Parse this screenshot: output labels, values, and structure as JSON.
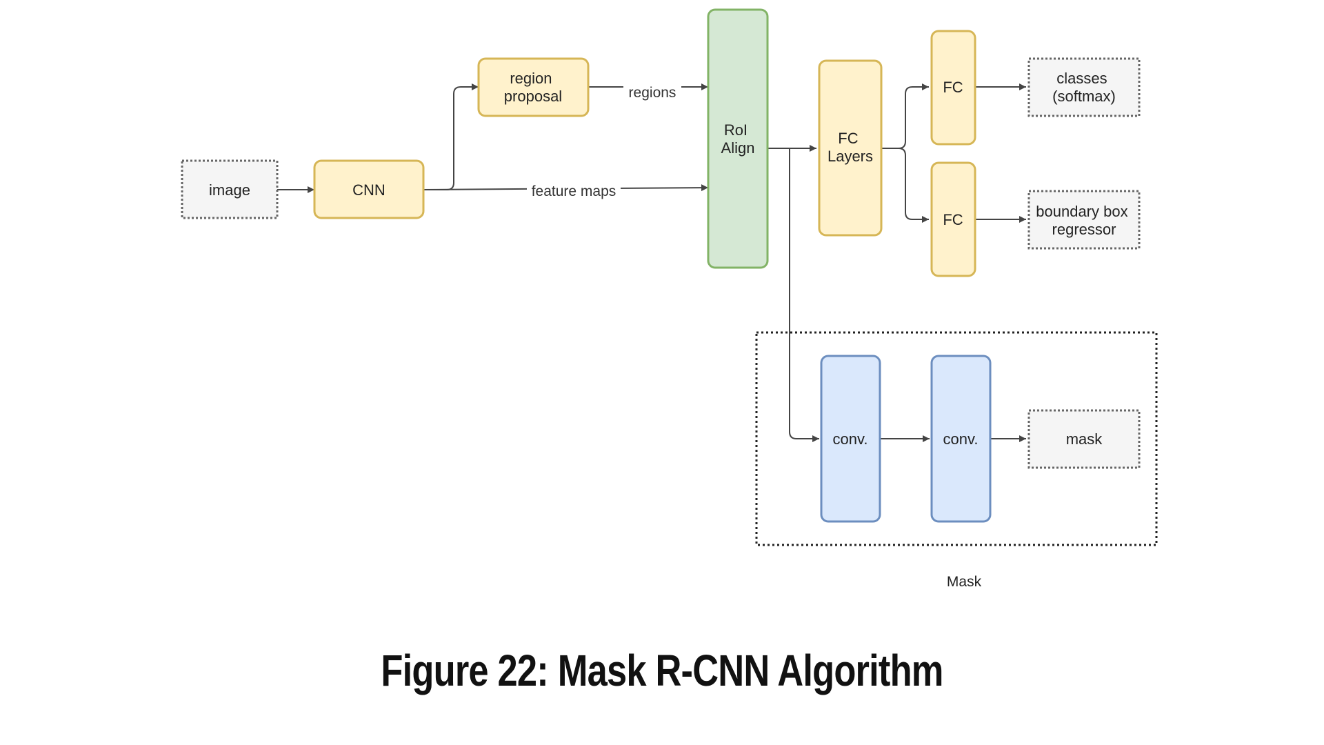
{
  "caption": "Figure 22: Mask R-CNN Algorithm",
  "colors": {
    "yellow_fill": "#fff2cc",
    "yellow_stroke": "#d6b656",
    "green_fill": "#d5e8d4",
    "green_stroke": "#82b366",
    "blue_fill": "#dae8fc",
    "blue_stroke": "#6c8ebf",
    "gray_fill": "#f5f5f5",
    "gray_stroke": "#666666",
    "edge": "#444444"
  },
  "nodes": {
    "image": [
      "image"
    ],
    "cnn": [
      "CNN"
    ],
    "region_proposal": [
      "region",
      "proposal"
    ],
    "roi_align": [
      "RoI",
      "Align"
    ],
    "fc_layers": [
      "FC",
      "Layers"
    ],
    "fc_top": [
      "FC"
    ],
    "fc_bottom": [
      "FC"
    ],
    "classes": [
      "classes",
      "(softmax)"
    ],
    "bbox_regressor": [
      "boundary box",
      "regressor"
    ],
    "conv1": [
      "conv."
    ],
    "conv2": [
      "conv."
    ],
    "mask": [
      "mask"
    ]
  },
  "edges": {
    "regions": "regions",
    "feature_maps": "feature maps"
  },
  "groups": {
    "mask_branch": "Mask"
  }
}
